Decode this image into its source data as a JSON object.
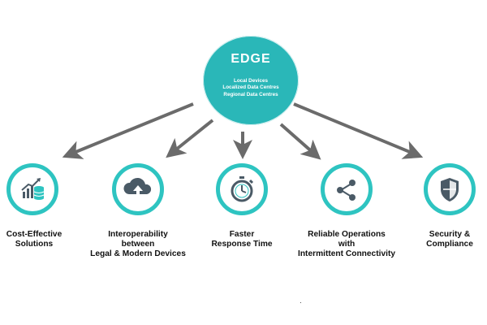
{
  "hub": {
    "title": "EDGE",
    "lines": [
      "Local Devices",
      "Localized Data Centres",
      "Regional Data Centres"
    ]
  },
  "benefits": [
    {
      "lines": [
        "Cost-Effective",
        "Solutions"
      ],
      "icon": "bar-chart-icon"
    },
    {
      "lines": [
        "Interoperability",
        "between",
        "Legal & Modern Devices"
      ],
      "icon": "cloud-upload-icon"
    },
    {
      "lines": [
        "Faster",
        "Response Time"
      ],
      "icon": "stopwatch-icon"
    },
    {
      "lines": [
        "Reliable Operations",
        "with",
        "Intermittent Connectivity"
      ],
      "icon": "share-icon"
    },
    {
      "lines": [
        "Security &",
        "Compliance"
      ],
      "icon": "shield-icon"
    }
  ],
  "colors": {
    "accent": "#2ab7b8",
    "ring": "#2ec4c1",
    "arrow": "#6b6b6b",
    "icon": "#4a5a66"
  }
}
